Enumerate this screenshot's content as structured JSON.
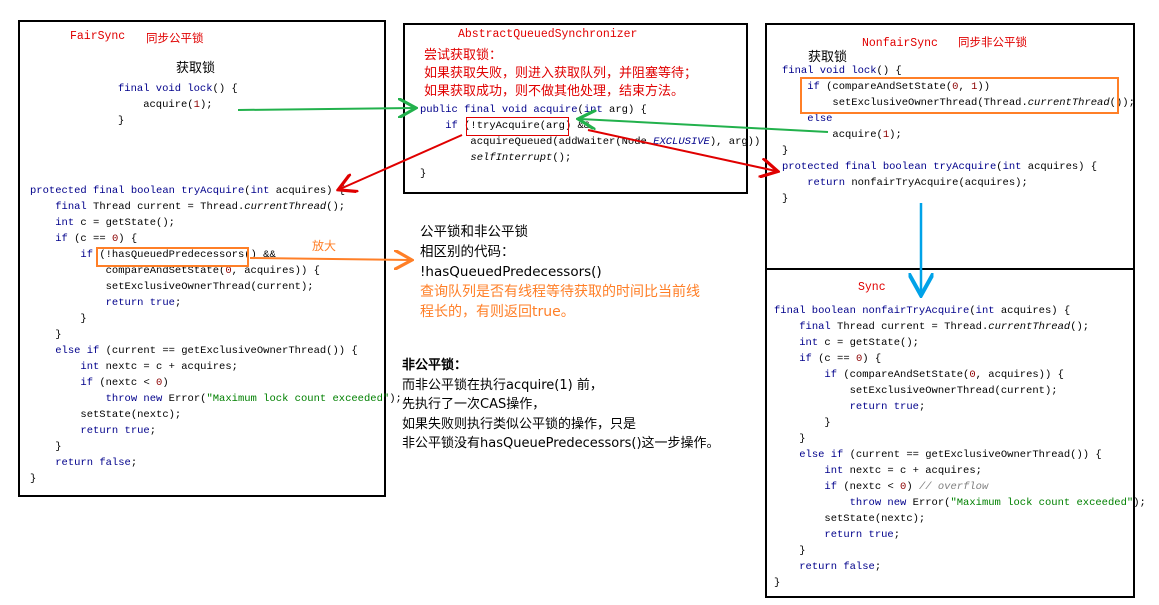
{
  "fair": {
    "title": "FairSync",
    "subtitle": "同步公平锁",
    "lock_caption": "获取锁",
    "lock_code": [
      "final void lock() {",
      "    acquire(1);",
      "}"
    ],
    "try_code": [
      "protected final boolean tryAcquire(int acquires) {",
      "    final Thread current = Thread.currentThread();",
      "    int c = getState();",
      "    if (c == 0) {",
      "        if (!hasQueuedPredecessors() &&",
      "            compareAndSetState(0, acquires)) {",
      "            setExclusiveOwnerThread(current);",
      "            return true;",
      "        }",
      "    }",
      "    else if (current == getExclusiveOwnerThread()) {",
      "        int nextc = c + acquires;",
      "        if (nextc < 0)",
      "            throw new Error(\"Maximum lock count exceeded\");",
      "        setState(nextc);",
      "        return true;",
      "    }",
      "    return false;",
      "}"
    ]
  },
  "aqs": {
    "title": "AbstractQueuedSynchronizer",
    "notes": [
      "尝试获取锁：",
      "如果获取失败，则进入获取队列，并阻塞等待；",
      "如果获取成功，则不做其他处理，结束方法。"
    ],
    "code": [
      "public final void acquire(int arg) {",
      "    if (!tryAcquire(arg) &&",
      "        acquireQueued(addWaiter(Node.EXCLUSIVE), arg))",
      "        selfInterrupt();",
      "}"
    ]
  },
  "nonfair": {
    "title": "NonfairSync",
    "subtitle": "同步非公平锁",
    "lock_caption": "获取锁",
    "code": [
      "final void lock() {",
      "    if (compareAndSetState(0, 1))",
      "        setExclusiveOwnerThread(Thread.currentThread());",
      "    else",
      "        acquire(1);",
      "}",
      "protected final boolean tryAcquire(int acquires) {",
      "    return nonfairTryAcquire(acquires);",
      "}"
    ]
  },
  "sync": {
    "title": "Sync",
    "code": [
      "final boolean nonfairTryAcquire(int acquires) {",
      "    final Thread current = Thread.currentThread();",
      "    int c = getState();",
      "    if (c == 0) {",
      "        if (compareAndSetState(0, acquires)) {",
      "            setExclusiveOwnerThread(current);",
      "            return true;",
      "        }",
      "    }",
      "    else if (current == getExclusiveOwnerThread()) {",
      "        int nextc = c + acquires;",
      "        if (nextc < 0) // overflow",
      "            throw new Error(\"Maximum lock count exceeded\");",
      "        setState(nextc);",
      "        return true;",
      "    }",
      "    return false;",
      "}"
    ]
  },
  "zoom_label": "放大",
  "difference_note": {
    "lines": [
      "公平锁和非公平锁",
      "相区别的代码：",
      "!hasQueuedPredecessors()"
    ],
    "explain": [
      "查询队列是否有线程等待获取的时间比当前线",
      "程长的，有则返回true。"
    ]
  },
  "nonfair_note": {
    "heading": "非公平锁：",
    "lines": [
      "而非公平锁在执行acquire(1) 前，",
      "先执行了一次CAS操作，",
      "如果失败则执行类似公平锁的操作，只是",
      "非公平锁没有hasQueuePredecessors()这一步操作。"
    ]
  },
  "colors": {
    "red": "#e00000",
    "orange": "#ff7f27",
    "green": "#22b14c",
    "blue": "#00a2e8",
    "keyword": "#00008b"
  }
}
